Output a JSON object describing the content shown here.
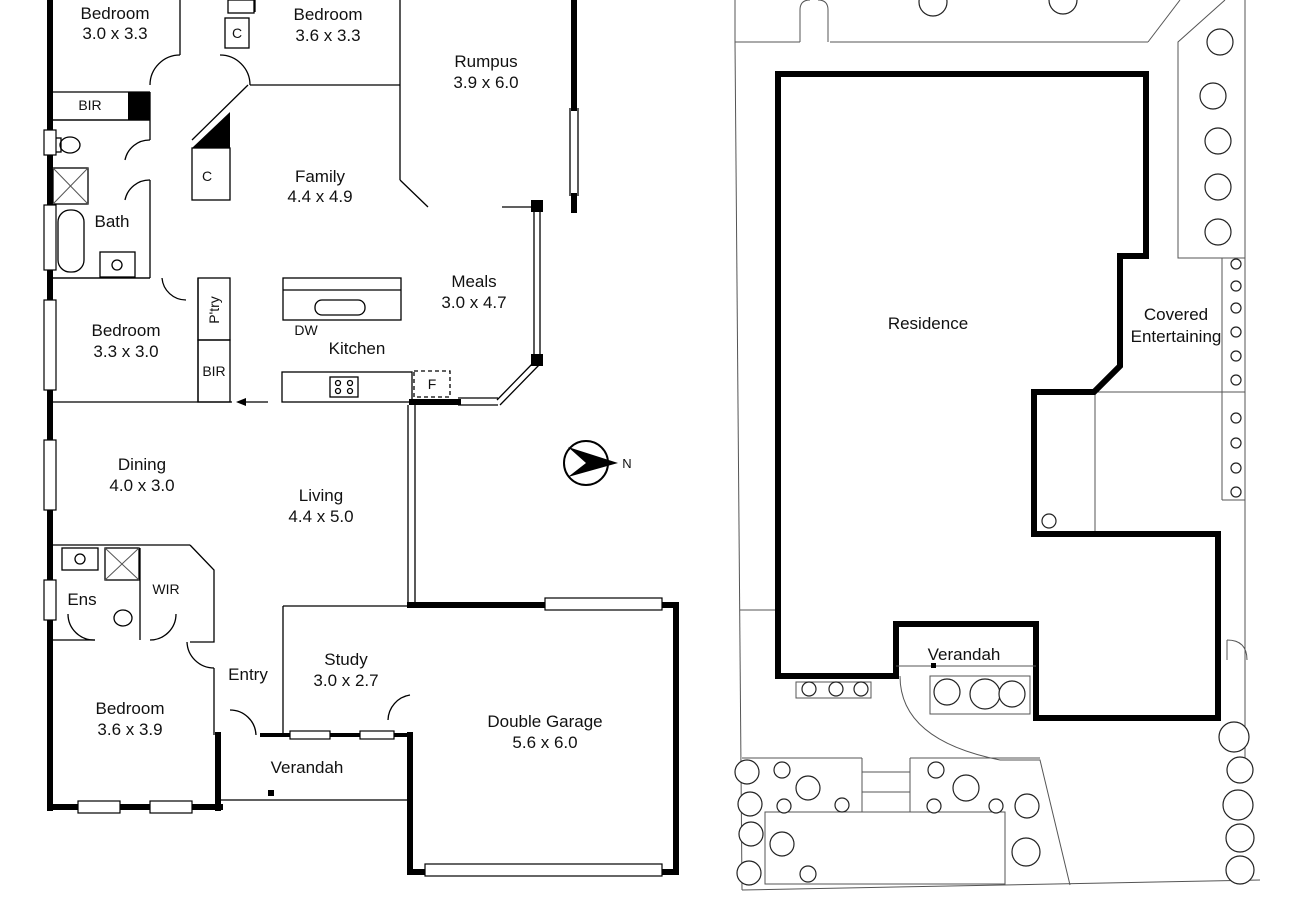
{
  "floorplan": {
    "rooms": [
      {
        "id": "bedroom-nw",
        "name": "Bedroom",
        "size": "3.0 x 3.3"
      },
      {
        "id": "bedroom-n",
        "name": "Bedroom",
        "size": "3.6 x 3.3"
      },
      {
        "id": "rumpus",
        "name": "Rumpus",
        "size": "3.9 x 6.0"
      },
      {
        "id": "family",
        "name": "Family",
        "size": "4.4 x 4.9"
      },
      {
        "id": "meals",
        "name": "Meals",
        "size": "3.0 x 4.7"
      },
      {
        "id": "bath",
        "name": "Bath",
        "size": ""
      },
      {
        "id": "bedroom-w",
        "name": "Bedroom",
        "size": "3.3 x 3.0"
      },
      {
        "id": "kitchen",
        "name": "Kitchen",
        "size": ""
      },
      {
        "id": "dining",
        "name": "Dining",
        "size": "4.0 x 3.0"
      },
      {
        "id": "living",
        "name": "Living",
        "size": "4.4 x 5.0"
      },
      {
        "id": "ens",
        "name": "Ens",
        "size": ""
      },
      {
        "id": "wir",
        "name": "WIR",
        "size": ""
      },
      {
        "id": "entry",
        "name": "Entry",
        "size": ""
      },
      {
        "id": "study",
        "name": "Study",
        "size": "3.0 x 2.7"
      },
      {
        "id": "bedroom-sw",
        "name": "Bedroom",
        "size": "3.6 x 3.9"
      },
      {
        "id": "verandah",
        "name": "Verandah",
        "size": ""
      },
      {
        "id": "garage",
        "name": "Double Garage",
        "size": "5.6 x 6.0"
      }
    ],
    "fixtures": {
      "bir_top": "BIR",
      "bir_side": "BIR",
      "cupboard_top": "C",
      "cupboard_family": "C",
      "pantry": "P'try",
      "dishwasher": "DW",
      "fridge": "F"
    },
    "compass_label": "N"
  },
  "siteplan": {
    "residence": "Residence",
    "covered_entertaining_line1": "Covered",
    "covered_entertaining_line2": "Entertaining",
    "verandah": "Verandah"
  }
}
